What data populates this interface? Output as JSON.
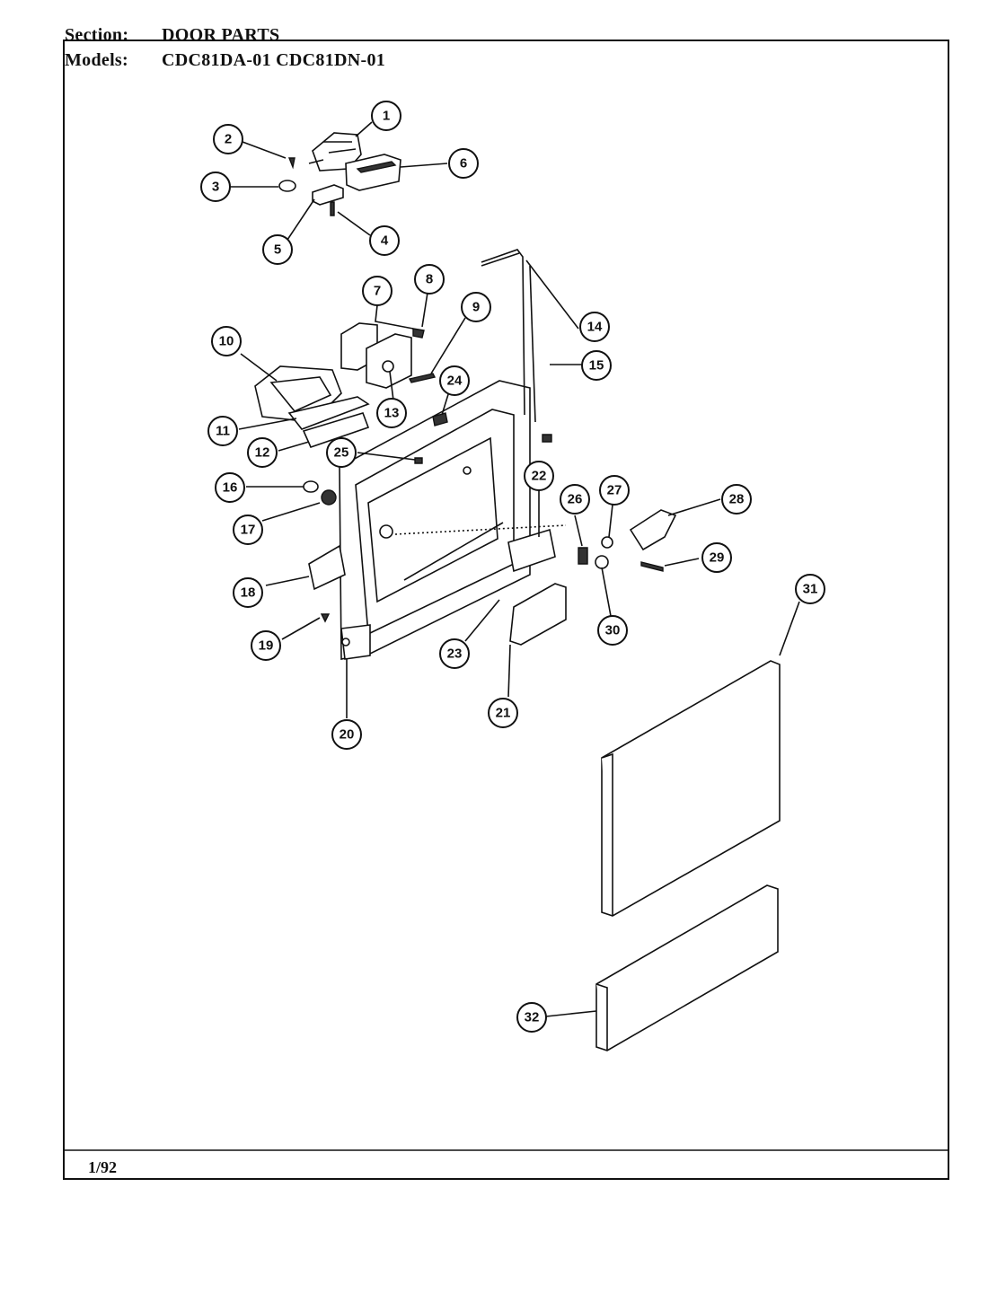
{
  "header": {
    "section_key": "Section:",
    "section_value": "DOOR PARTS",
    "models_key": "Models:",
    "models_value": "CDC81DA-01  CDC81DN-01"
  },
  "footer": {
    "date": "1/92"
  },
  "callouts": [
    "1",
    "2",
    "3",
    "4",
    "5",
    "6",
    "7",
    "8",
    "9",
    "10",
    "11",
    "12",
    "13",
    "14",
    "15",
    "16",
    "17",
    "18",
    "19",
    "20",
    "21",
    "22",
    "23",
    "24",
    "25",
    "26",
    "27",
    "28",
    "29",
    "30",
    "31",
    "32"
  ]
}
